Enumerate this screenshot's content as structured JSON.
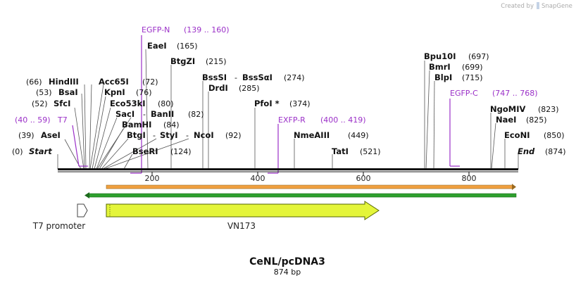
{
  "brand": {
    "prefix": "Created by",
    "name": "SnapGene"
  },
  "map": {
    "title": "CeNL/pcDNA3",
    "subtitle": "874 bp"
  },
  "ticks": [
    "200",
    "400",
    "600",
    "800"
  ],
  "sites": [
    {
      "pos": "(0)",
      "name": "Start",
      "num": ""
    },
    {
      "pos": "(39)",
      "name": "AseI",
      "num": ""
    },
    {
      "pos": "(52)",
      "name": "SfcI",
      "num": ""
    },
    {
      "pos": "(53)",
      "name": "BsaI",
      "num": ""
    },
    {
      "pos": "(66)",
      "name": "HindIII",
      "num": ""
    },
    {
      "pos": "",
      "name": "Acc65I",
      "num": "(72)"
    },
    {
      "pos": "",
      "name": "KpnI",
      "num": "(76)"
    },
    {
      "pos": "",
      "name": "Eco53kI",
      "num": "(80)"
    },
    {
      "pos": "",
      "name": "SacI",
      "num": ""
    },
    {
      "pos": "",
      "name": "BanII",
      "num": "(82)"
    },
    {
      "pos": "",
      "name": "BamHI",
      "num": "(84)"
    },
    {
      "pos": "",
      "name": "BtgI",
      "num": ""
    },
    {
      "pos": "",
      "name": "StyI",
      "num": ""
    },
    {
      "pos": "",
      "name": "NcoI",
      "num": "(92)"
    },
    {
      "pos": "",
      "name": "BseRI",
      "num": "(124)"
    },
    {
      "pos": "",
      "name": "EaeI",
      "num": "(165)"
    },
    {
      "pos": "",
      "name": "BtgZI",
      "num": "(215)"
    },
    {
      "pos": "",
      "name": "BssSI",
      "num": ""
    },
    {
      "pos": "",
      "name": "BssSαI",
      "num": "(274)"
    },
    {
      "pos": "",
      "name": "DrdI",
      "num": "(285)"
    },
    {
      "pos": "",
      "name": "PfoI *",
      "num": "(374)"
    },
    {
      "pos": "",
      "name": "NmeAIII",
      "num": "(449)"
    },
    {
      "pos": "",
      "name": "TatI",
      "num": "(521)"
    },
    {
      "pos": "",
      "name": "Bpu10I",
      "num": "(697)"
    },
    {
      "pos": "",
      "name": "BmrI",
      "num": "(699)"
    },
    {
      "pos": "",
      "name": "BlpI",
      "num": "(715)"
    },
    {
      "pos": "",
      "name": "NgoMIV",
      "num": "(823)"
    },
    {
      "pos": "",
      "name": "NaeI",
      "num": "(825)"
    },
    {
      "pos": "",
      "name": "EcoNI",
      "num": "(850)"
    },
    {
      "pos": "",
      "name": "End",
      "num": "(874)"
    }
  ],
  "primers": [
    {
      "name": "EGFP-N",
      "range": "(139 .. 160)"
    },
    {
      "name": "T7",
      "range": "(40 .. 59)"
    },
    {
      "name": "EXFP-R",
      "range": "(400 .. 419)"
    },
    {
      "name": "EGFP-C",
      "range": "(747 .. 768)"
    }
  ],
  "features": {
    "promoter": "T7 promoter",
    "cds": "VN173"
  },
  "colors": {
    "primer": "#9b30c8",
    "cds": "#e4f53a",
    "orf_forward": "#f0a040",
    "orf_reverse": "#2ea02e",
    "backbone": "#111111"
  }
}
